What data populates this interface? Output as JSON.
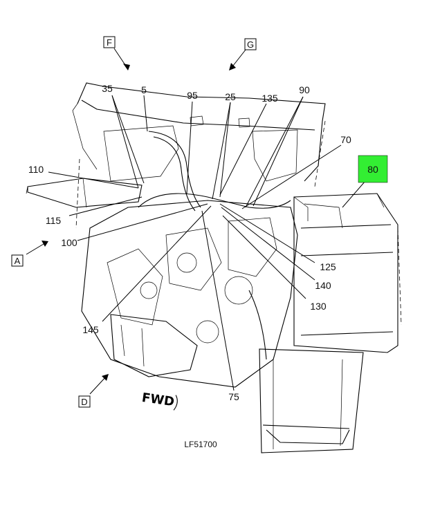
{
  "view_labels": [
    "F",
    "G",
    "A",
    "D"
  ],
  "callouts": [
    "35",
    "5",
    "95",
    "25",
    "135",
    "90",
    "70",
    "110",
    "115",
    "100",
    "125",
    "140",
    "130",
    "145",
    "75"
  ],
  "highlighted_callout": {
    "label": "80",
    "color": "#33ee33"
  },
  "direction_label": "FWD",
  "figure_id": "LF51700"
}
